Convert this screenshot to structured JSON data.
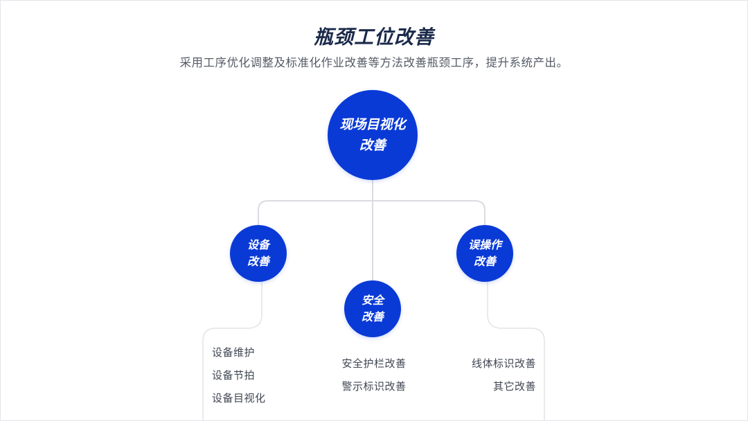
{
  "header": {
    "title": "瓶颈工位改善",
    "subtitle": "采用工序优化调整及标准化作业改善等方法改善瓶颈工序，提升系统产出。"
  },
  "diagram": {
    "root": {
      "line1": "现场目视化",
      "line2": "改善"
    },
    "branches": [
      {
        "line1": "设备",
        "line2": "改善",
        "items": [
          "设备维护",
          "设备节拍",
          "设备目视化"
        ]
      },
      {
        "line1": "安全",
        "line2": "改善",
        "items": [
          "安全护栏改善",
          "警示标识改善"
        ]
      },
      {
        "line1": "误操作",
        "line2": "改善",
        "items": [
          "线体标识改善",
          "其它改善"
        ]
      }
    ]
  },
  "colors": {
    "node_fill": "#0a3ad6",
    "connector": "#d9dbe0",
    "title": "#1b2a4a"
  }
}
